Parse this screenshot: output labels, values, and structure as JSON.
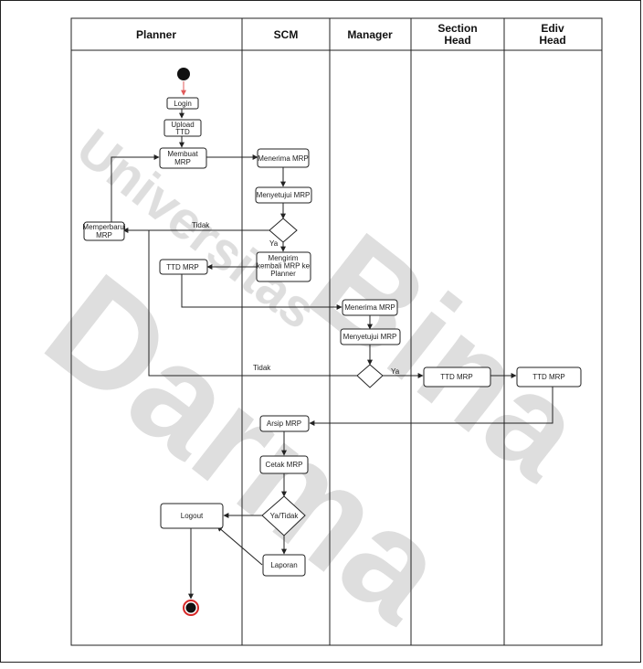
{
  "lanes": [
    {
      "id": "planner",
      "title": [
        "Planner"
      ]
    },
    {
      "id": "scm",
      "title": [
        "SCM"
      ]
    },
    {
      "id": "manager",
      "title": [
        "Manager"
      ]
    },
    {
      "id": "section_head",
      "title": [
        "Section",
        "Head"
      ]
    },
    {
      "id": "ediv_head",
      "title": [
        "Ediv",
        "Head"
      ]
    }
  ],
  "nodes": {
    "login": [
      "Login"
    ],
    "upload_ttd": [
      "Upload",
      "TTD"
    ],
    "membuat_mrp": [
      "Membuat",
      "MRP"
    ],
    "menerima_mrp_scm": [
      "Menerima MRP"
    ],
    "menyetujui_mrp_scm": [
      "Menyetujui MRP"
    ],
    "memperbarui_mrp": [
      "Memperbarui",
      "MRP"
    ],
    "mengirim_kembali": [
      "Mengirim",
      "kembali MRP ke",
      "Planner"
    ],
    "ttd_mrp_planner": [
      "TTD MRP"
    ],
    "menerima_mrp_mgr": [
      "Menerima MRP"
    ],
    "menyetujui_mrp_mgr": [
      "Menyetujui MRP"
    ],
    "ttd_mrp_section": [
      "TTD MRP"
    ],
    "ttd_mrp_ediv": [
      "TTD MRP"
    ],
    "arsip_mrp": [
      "Arsip MRP"
    ],
    "cetak_mrp": [
      "Cetak MRP"
    ],
    "decision_ya_tidak": [
      "Ya/Tidak"
    ],
    "laporan": [
      "Laporan"
    ],
    "logout": [
      "Logout"
    ]
  },
  "edge_labels": {
    "tidak_1": "Tidak",
    "ya_1": "Ya",
    "tidak_2": "Tidak",
    "ya_2": "Ya"
  },
  "watermark": {
    "word1": "Universitas",
    "word2": "Bina",
    "word3": "Darma"
  },
  "colors": {
    "lines": "#222222",
    "start_node": "#111111",
    "end_ring": "#d62828",
    "first_arrow": "#e05a5a"
  }
}
